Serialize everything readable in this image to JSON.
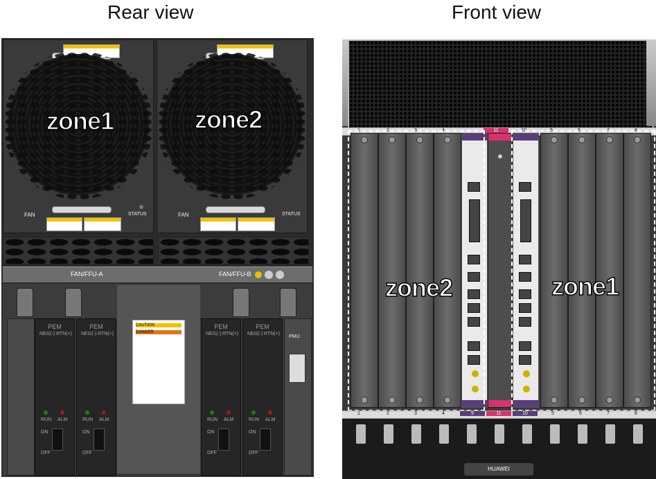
{
  "titles": {
    "rear": "Rear view",
    "front": "Front view"
  },
  "zones": {
    "rear_left": "zone1",
    "rear_right": "zone2",
    "front_left": "zone2",
    "front_right": "zone1"
  },
  "rear": {
    "fan_label": "FAN",
    "status_label": "STATUS",
    "ffu_a": "FAN/FFU-A",
    "ffu_b": "FAN/FFU-B",
    "pem_label": "PEM",
    "neg_label": "NEG(-)",
    "rtn_label": "RTN(+)",
    "run_label": "RUN",
    "alm_label": "ALM",
    "on_label": "ON",
    "off_label": "OFF",
    "pmu_label": "PMU",
    "caution": "CAUTION",
    "danger": "DANGER"
  },
  "front": {
    "top_slots": [
      "1",
      "2",
      "3",
      "4",
      "11",
      "10",
      "5",
      "6",
      "7",
      "8"
    ],
    "bottom_slots": [
      "1",
      "2",
      "3",
      "4",
      "9",
      "11",
      "10",
      "5",
      "6",
      "7",
      "8"
    ],
    "brand": "HUAWEI"
  },
  "colors": {
    "accent_magenta": "#d6336c",
    "accent_purple": "#5a3d7a",
    "zone_text": "#ffffff",
    "dashed_border": "#ffffff"
  }
}
